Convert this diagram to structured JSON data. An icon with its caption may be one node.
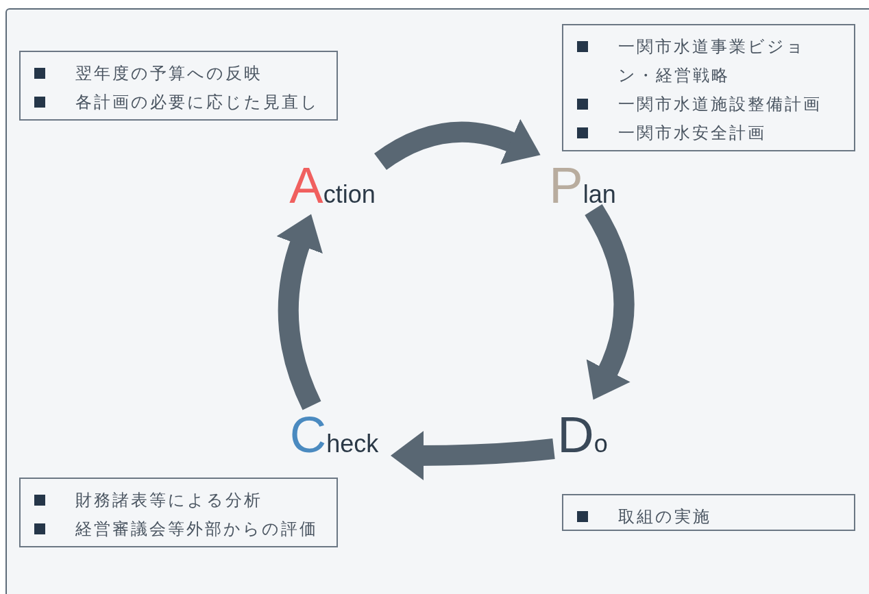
{
  "diagram": {
    "nodes": [
      {
        "text": [
          "翌年度の予算への反映",
          "各計画の必要に応じた見直し"
        ]
      },
      {
        "text": [
          "一関市水道事業ビジョン・経営戦略",
          "一関市水道施設整備計画",
          "一関市水安全計画"
        ]
      },
      {
        "text": [
          "Action"
        ]
      },
      {
        "text": [
          "Plan"
        ]
      },
      {
        "text": [
          "Do"
        ]
      },
      {
        "text": [
          "Check"
        ]
      },
      {
        "text": [
          "財務諸表等による分析",
          "経営審議会等外部からの評価"
        ]
      },
      {
        "text": [
          "取組の実施"
        ]
      }
    ],
    "edges": [
      {
        "from": 2,
        "to": 3,
        "arrow": "to"
      },
      {
        "from": 3,
        "to": 4,
        "arrow": "to"
      },
      {
        "from": 4,
        "to": 5,
        "arrow": "to"
      },
      {
        "from": 5,
        "to": 2,
        "arrow": "to"
      }
    ]
  }
}
